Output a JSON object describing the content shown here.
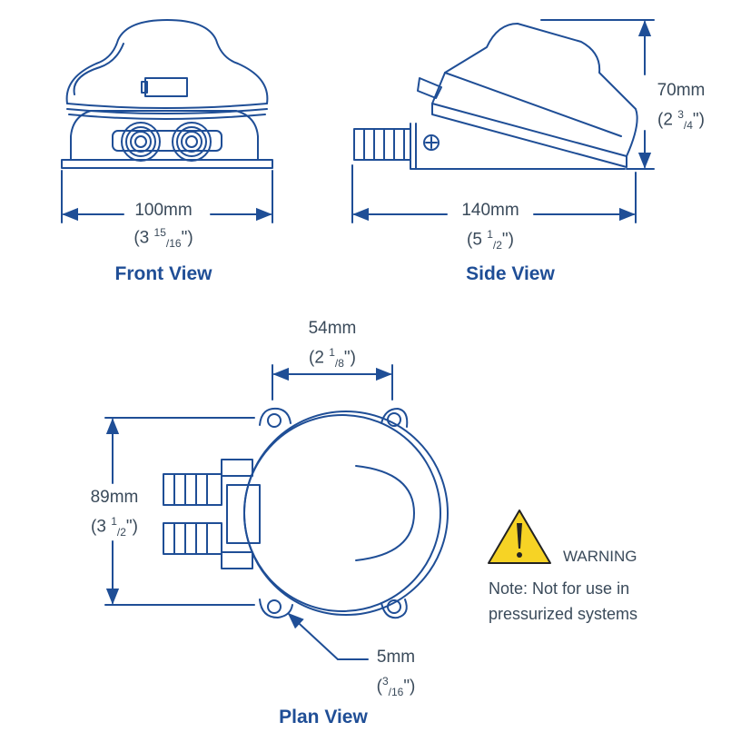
{
  "colors": {
    "line": "#1f4e96",
    "text": "#3a4a5a",
    "title": "#1f4e96",
    "warning_fill": "#f6d325"
  },
  "front_view": {
    "title": "Front View",
    "width_mm": "100mm",
    "width_in": {
      "whole": "(3 ",
      "num": "15",
      "den": "/16",
      "close": "\")"
    }
  },
  "side_view": {
    "title": "Side View",
    "length_mm": "140mm",
    "length_in": {
      "whole": "(5 ",
      "num": "1",
      "den": "/2",
      "close": "\")"
    },
    "height_mm": "70mm",
    "height_in": {
      "whole": "(2 ",
      "num": "3",
      "den": "/4",
      "close": "\")"
    }
  },
  "plan_view": {
    "title": "Plan View",
    "width_mm": "54mm",
    "width_in": {
      "whole": "(2 ",
      "num": "1",
      "den": "/8",
      "close": "\")"
    },
    "height_mm": "89mm",
    "height_in": {
      "whole": "(3 ",
      "num": "1",
      "den": "/2",
      "close": "\")"
    },
    "hole_mm": "5mm",
    "hole_in": {
      "whole": "(",
      "num": "3",
      "den": "/16",
      "close": "\")"
    }
  },
  "warning": {
    "icon": "warning-triangle-icon",
    "label": "WARNING",
    "note_line1": "Note: Not for use in",
    "note_line2": "pressurized systems"
  }
}
